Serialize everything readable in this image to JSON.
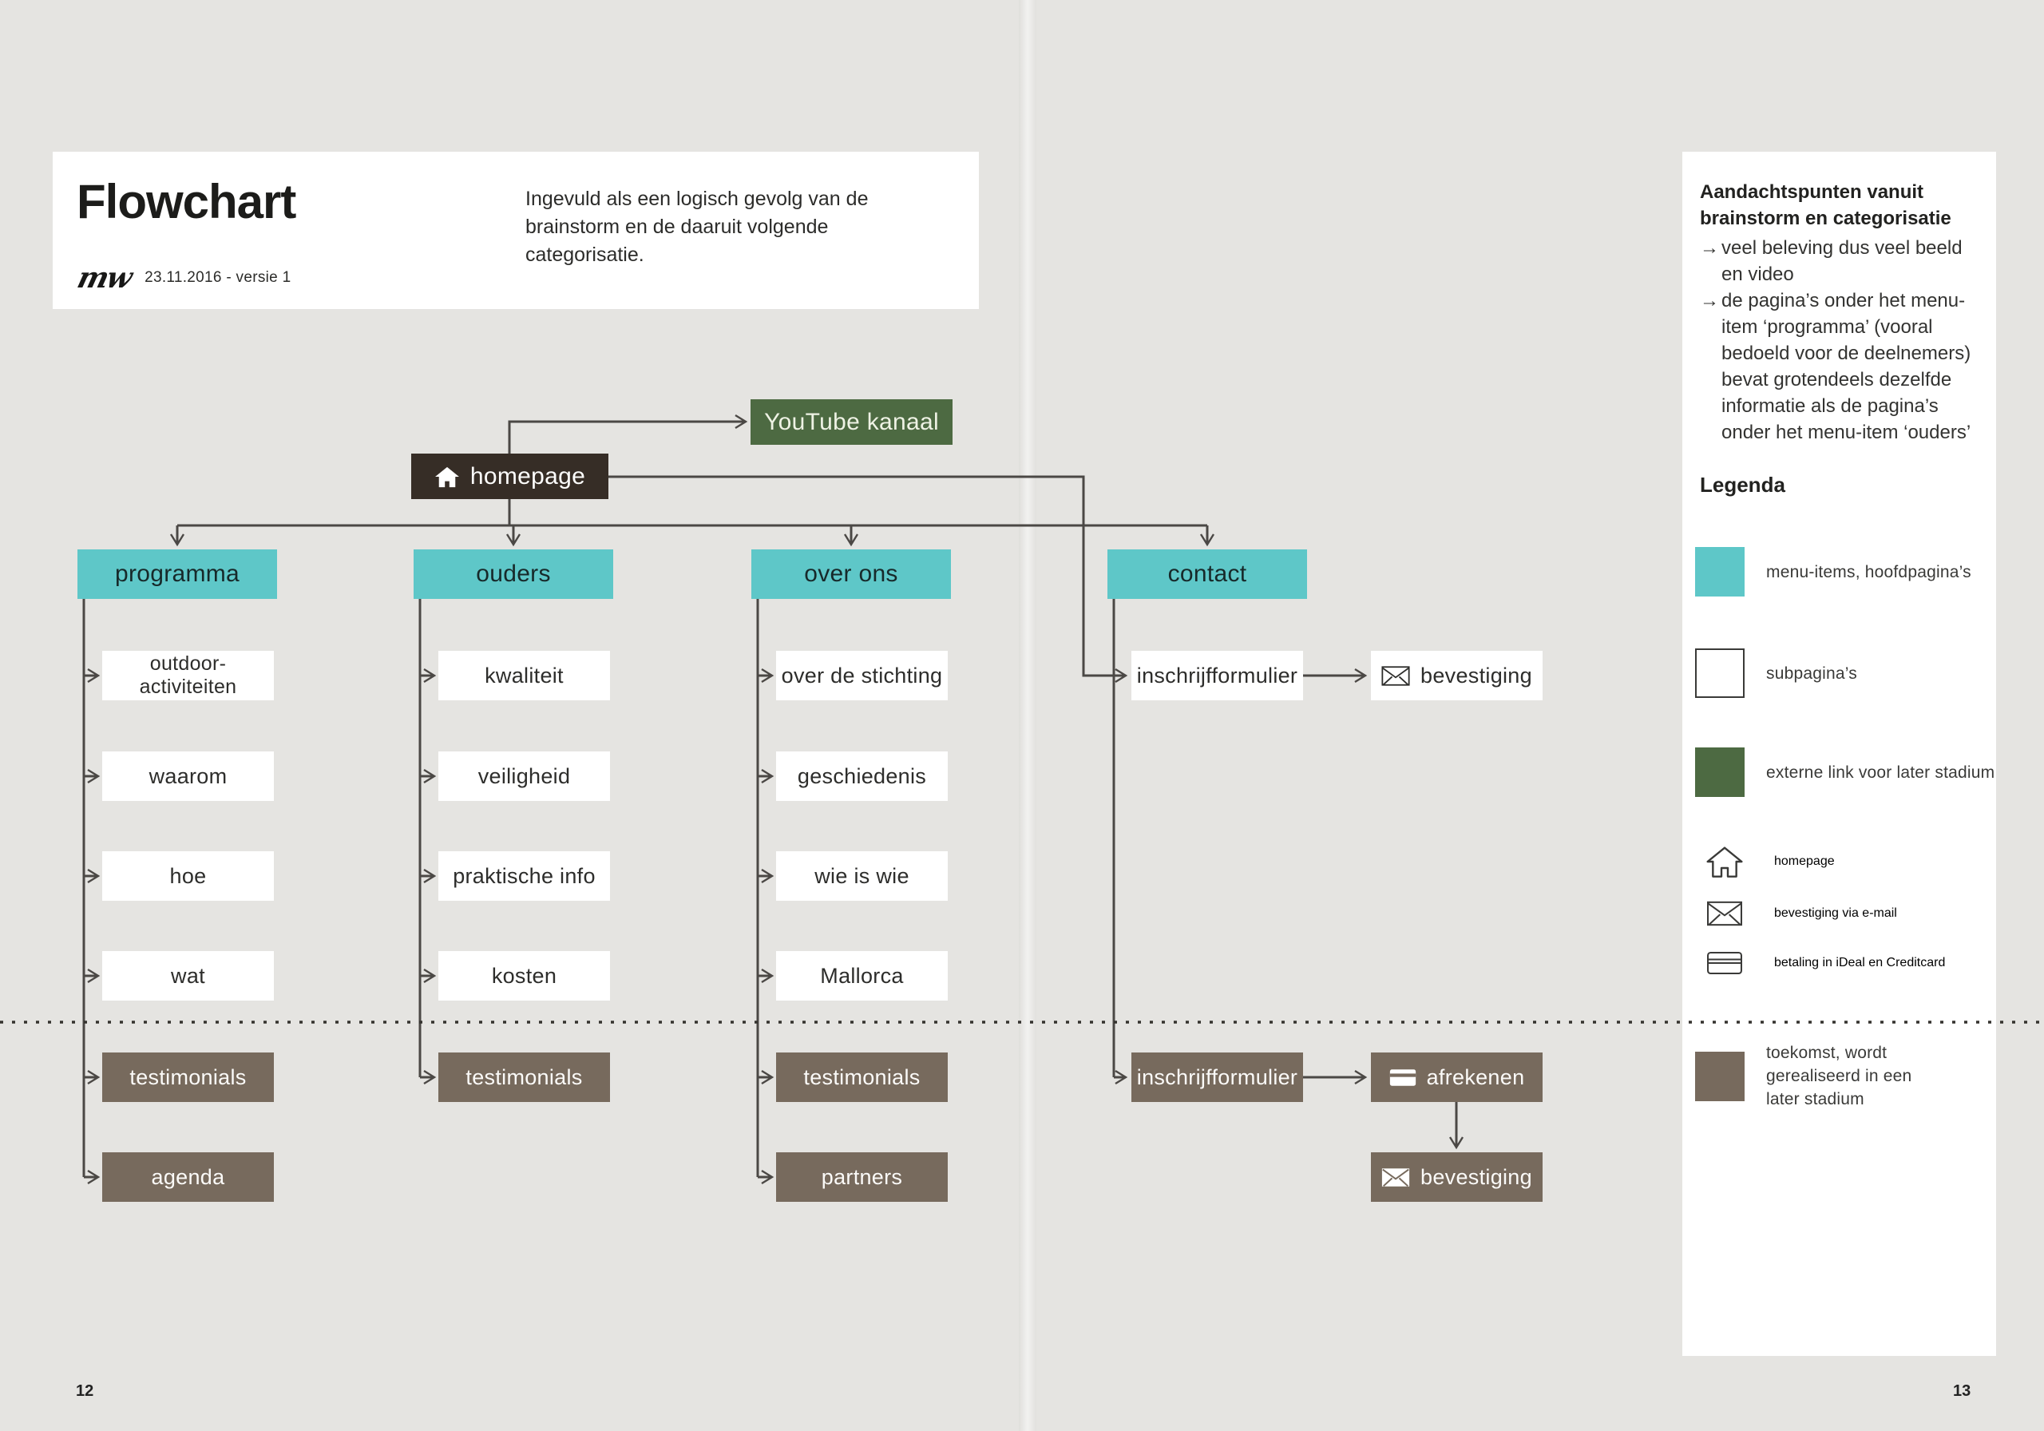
{
  "header": {
    "title": "Flowchart",
    "logo": "mw",
    "version_date": "23.11.2016 - versie 1",
    "subtitle": "Ingevuld als een logisch gevolg van de brainstorm en de daaruit volgende categorisatie."
  },
  "page": {
    "left_page_number": "12",
    "right_page_number": "13"
  },
  "colors": {
    "bg": "#e5e4e1",
    "teal": "#5ec7c8",
    "green": "#4d6a42",
    "dark": "#362d26",
    "brown": "#776a5d",
    "line": "#4b4845"
  },
  "chart": {
    "youtube_label": "YouTube kanaal",
    "homepage_label": "homepage",
    "menu_programma": "programma",
    "menu_ouders": "ouders",
    "menu_over_ons": "over ons",
    "menu_contact": "contact",
    "programma_r1_line1": "outdoor-",
    "programma_r1_line2": "activiteiten",
    "programma_r2": "waarom",
    "programma_r3": "hoe",
    "programma_r4": "wat",
    "programma_b1": "testimonials",
    "programma_b2": "agenda",
    "ouders_r1": "kwaliteit",
    "ouders_r2": "veiligheid",
    "ouders_r3": "praktische info",
    "ouders_r4": "kosten",
    "ouders_b1": "testimonials",
    "overons_r1": "over de stichting",
    "overons_r2": "geschiedenis",
    "overons_r3": "wie is wie",
    "overons_r4": "Mallorca",
    "overons_b1": "testimonials",
    "overons_b2": "partners",
    "contact_r1": "inschrijfformulier",
    "contact_r1_target": "bevestiging",
    "contact_b1": "inschrijfformulier",
    "contact_b1_target": "afrekenen",
    "contact_b2_target": "bevestiging"
  },
  "sidebar": {
    "notes_title": "Aandachtspunten vanuit brainstorm en categorisatie",
    "note_arrow": "→",
    "note_1": "veel beleving dus veel beeld en video",
    "note_2": "de pagina’s onder het menu-item ‘programma’ (vooral bedoeld voor de deelnemers) bevat grotendeels dezelfde informatie als de pagina’s onder het menu-item ‘ouders’",
    "legend_title": "Legenda",
    "legend_menu_items": "menu-items, hoofdpagina’s",
    "legend_subpages": "subpagina’s",
    "legend_external": "externe link voor later stadium",
    "legend_homepage": "homepage",
    "legend_email": "bevestiging via e-mail",
    "legend_payment": "betaling in iDeal en Creditcard",
    "legend_future": "toekomst, wordt gerealiseerd in een later stadium"
  }
}
